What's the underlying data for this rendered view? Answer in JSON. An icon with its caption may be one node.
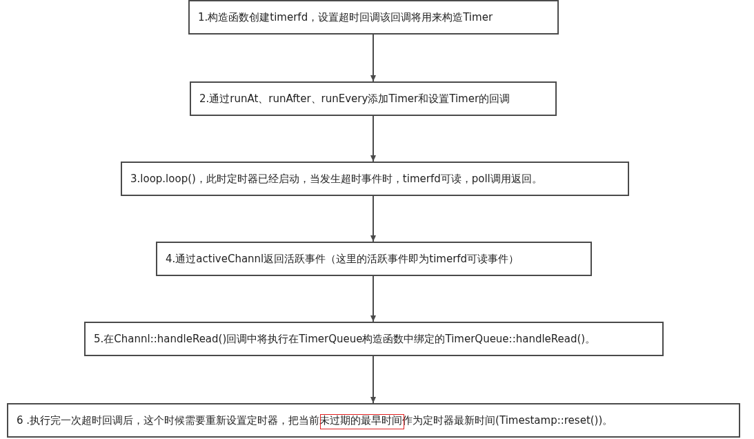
{
  "diagram": {
    "nodes": [
      {
        "text": [
          "1.构造函数创建timerfd，设置超时回调该回调将用来构造Timer"
        ]
      },
      {
        "text": [
          "2.通过runAt、runAfter、runEvery添加Timer和设置Timer的回调"
        ]
      },
      {
        "text": [
          "3.loop.loop()，此时定时器已经启动，当发生超时事件时，timerfd可读，poll调用返回。"
        ]
      },
      {
        "text": [
          "4.通过activeChannl返回活跃事件（这里的活跃事件即为timerfd可读事件）"
        ]
      },
      {
        "text": [
          "5.在Channl::handleRead()回调中将执行在TimerQueue构造函数中绑定的TimerQueue::handleRead()。"
        ]
      },
      {
        "text": [
          "6 .执行完一次超时回调后，这个时候需要重新设置定时器，把当前未过期的最早时间作为定时器最新时间(Timestamp::reset())。"
        ]
      }
    ],
    "edges": [
      {
        "from": 0,
        "to": 1,
        "arrow": "to"
      },
      {
        "from": 1,
        "to": 2,
        "arrow": "to"
      },
      {
        "from": 2,
        "to": 3,
        "arrow": "to"
      },
      {
        "from": 3,
        "to": 4,
        "arrow": "to"
      },
      {
        "from": 4,
        "to": 5,
        "arrow": "to"
      }
    ]
  }
}
